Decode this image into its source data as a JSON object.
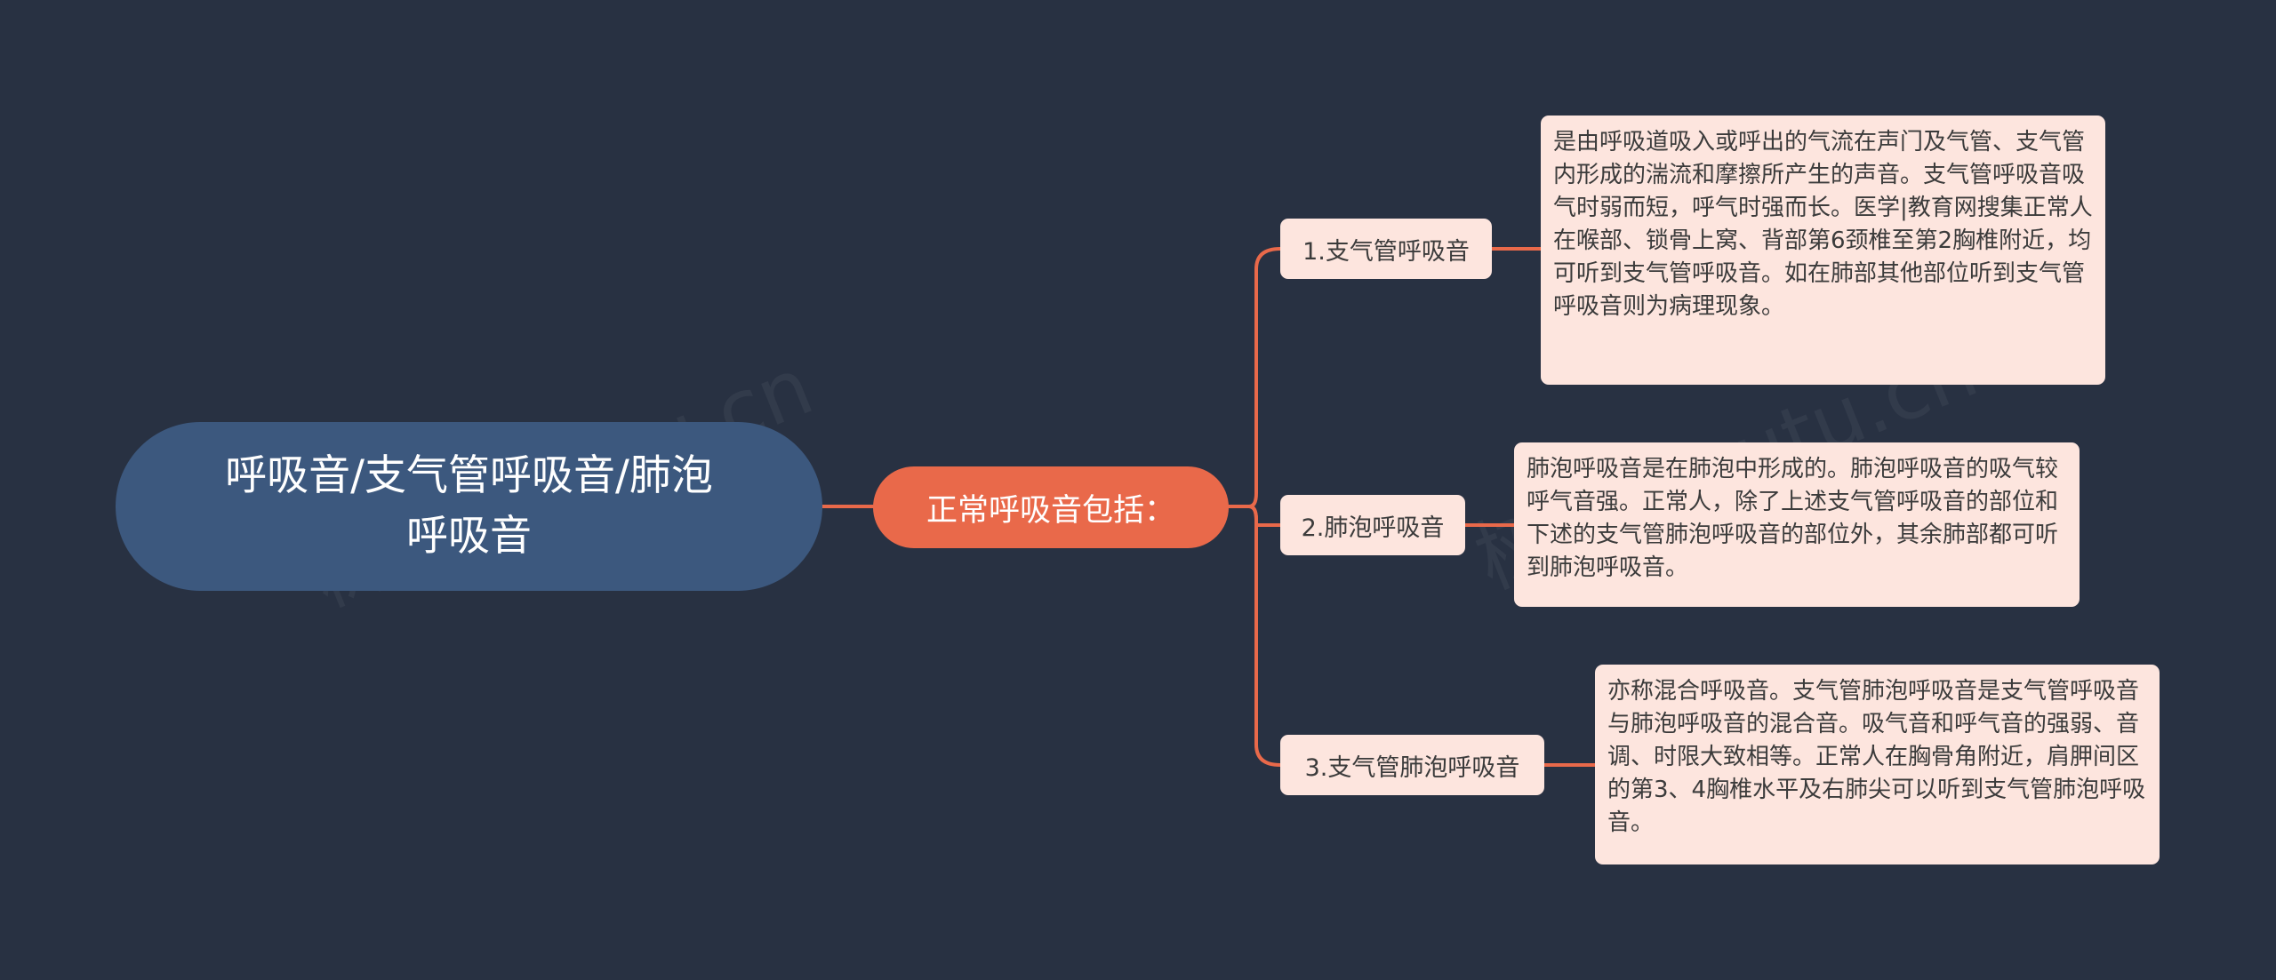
{
  "colors": {
    "background": "#283142",
    "root": "#3c587e",
    "hub": "#e9694a",
    "branch": "#fde5de",
    "connector": "#e9694a"
  },
  "root": {
    "label": "呼吸音/支气管呼吸音/肺泡呼吸音"
  },
  "hub": {
    "label": "正常呼吸音包括："
  },
  "branches": [
    {
      "label": "1.支气管呼吸音",
      "detail": "是由呼吸道吸入或呼出的气流在声门及气管、支气管内形成的湍流和摩擦所产生的声音。支气管呼吸音吸气时弱而短，呼气时强而长。医学|教育网搜集正常人在喉部、锁骨上窝、背部第6颈椎至第2胸椎附近，均可听到支气管呼吸音。如在肺部其他部位听到支气管呼吸音则为病理现象。"
    },
    {
      "label": "2.肺泡呼吸音",
      "detail": "肺泡呼吸音是在肺泡中形成的。肺泡呼吸音的吸气较呼气音强。正常人，除了上述支气管呼吸音的部位和下述的支气管肺泡呼吸音的部位外，其余肺部都可听到肺泡呼吸音。"
    },
    {
      "label": "3.支气管肺泡呼吸音",
      "detail": "亦称混合呼吸音。支气管肺泡呼吸音是支气管呼吸音与肺泡呼吸音的混合音。吸气音和呼气音的强弱、音调、时限大致相等。正常人在胸骨角附近，肩胛间区的第3、4胸椎水平及右肺尖可以听到支气管肺泡呼吸音。"
    }
  ]
}
